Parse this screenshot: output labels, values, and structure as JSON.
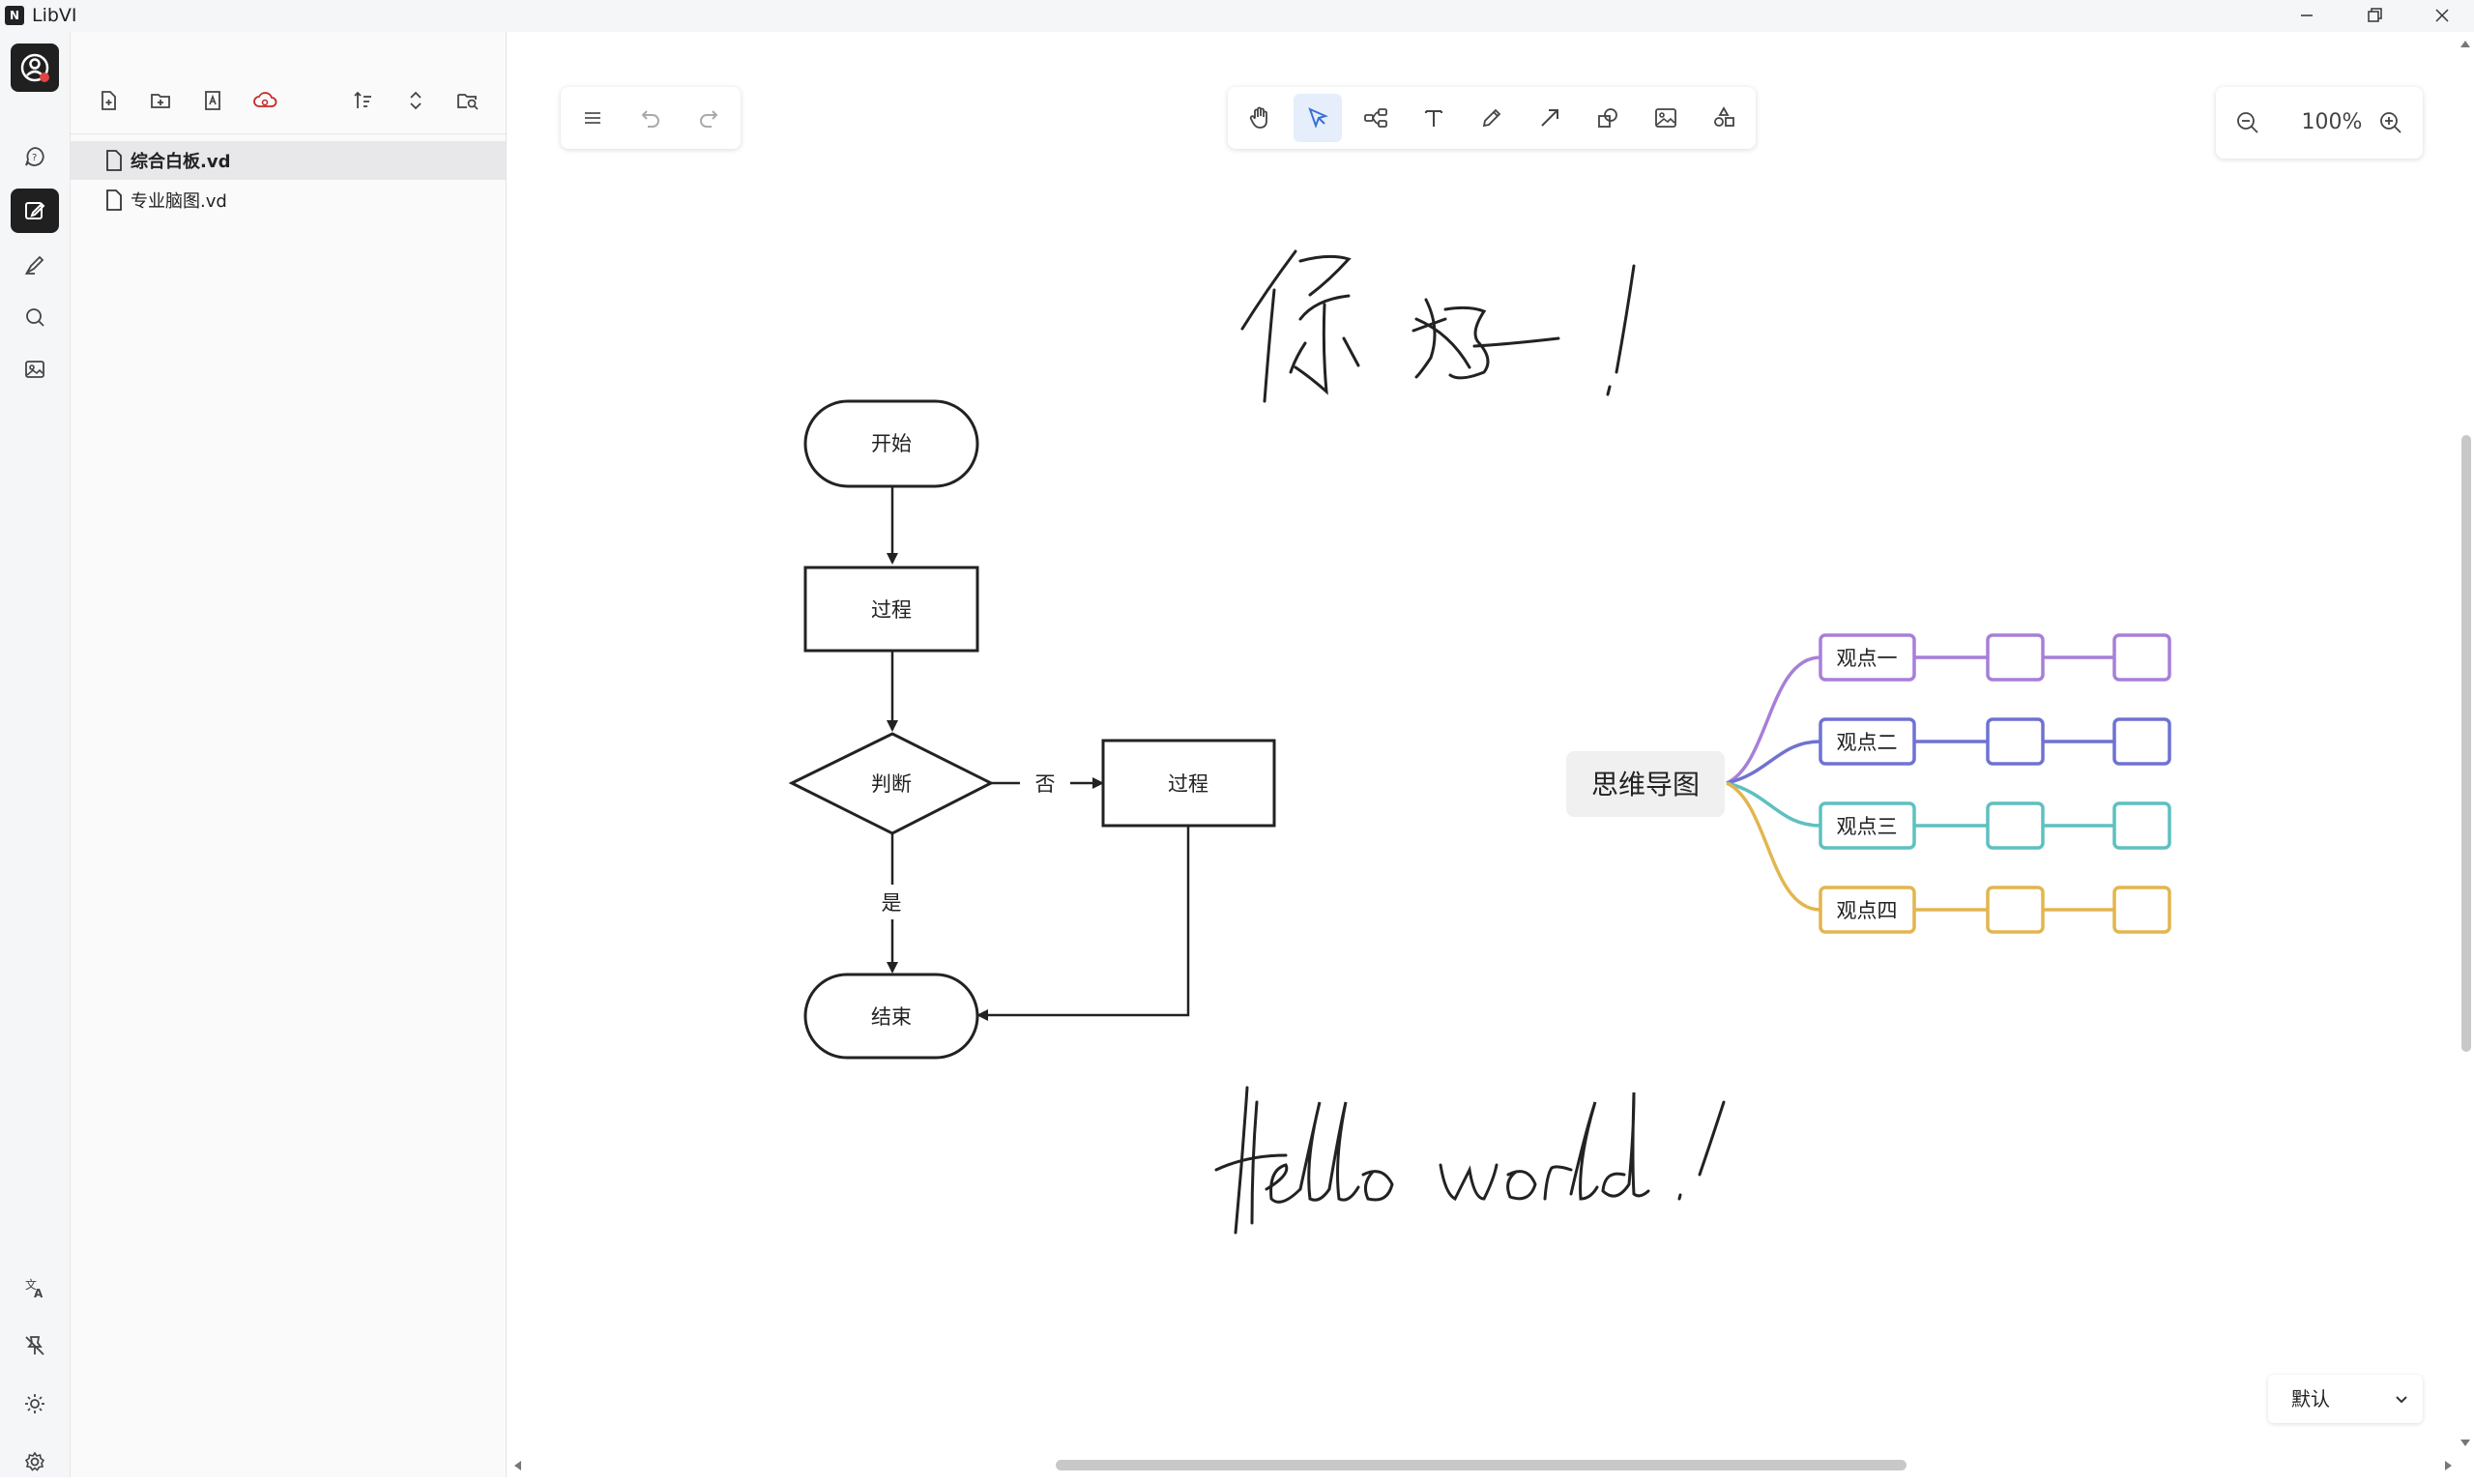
{
  "window": {
    "title": "LibVI",
    "logo_glyph": "N"
  },
  "rail": {
    "items": [
      {
        "name": "ai-chat-icon"
      },
      {
        "name": "edit-icon",
        "active": true
      },
      {
        "name": "pen-icon"
      },
      {
        "name": "search-icon"
      },
      {
        "name": "image-icon"
      }
    ],
    "bottom_items": [
      {
        "name": "translate-icon"
      },
      {
        "name": "unpin-icon"
      },
      {
        "name": "sun-icon"
      },
      {
        "name": "settings-icon"
      }
    ]
  },
  "file_panel": {
    "files": [
      {
        "name": "综合白板.vd",
        "selected": true
      },
      {
        "name": "专业脑图.vd",
        "selected": false
      }
    ]
  },
  "left_toolbar": {
    "items": [
      "menu-icon",
      "undo-icon",
      "redo-icon"
    ]
  },
  "main_toolbar": {
    "tools": [
      "hand-icon",
      "pointer-icon",
      "mindmap-icon",
      "text-icon",
      "pencil-icon",
      "arrow-icon",
      "shapes-icon",
      "image-icon",
      "more-shapes-icon"
    ],
    "active_tool": "pointer-icon"
  },
  "zoom": {
    "value": "100%"
  },
  "style_select": {
    "value": "默认"
  },
  "canvas": {
    "handwriting_top": "你好!",
    "handwriting_bottom": "Hello world !",
    "flowchart": {
      "start": "开始",
      "process1": "过程",
      "decision": "判断",
      "no_label": "否",
      "process2": "过程",
      "yes_label": "是",
      "end": "结束"
    },
    "mindmap": {
      "root": "思维导图",
      "branches": [
        {
          "label": "观点一",
          "color": "#a77fd8"
        },
        {
          "label": "观点二",
          "color": "#6f72d2"
        },
        {
          "label": "观点三",
          "color": "#5ec0c0"
        },
        {
          "label": "观点四",
          "color": "#e2b64f"
        }
      ]
    }
  }
}
